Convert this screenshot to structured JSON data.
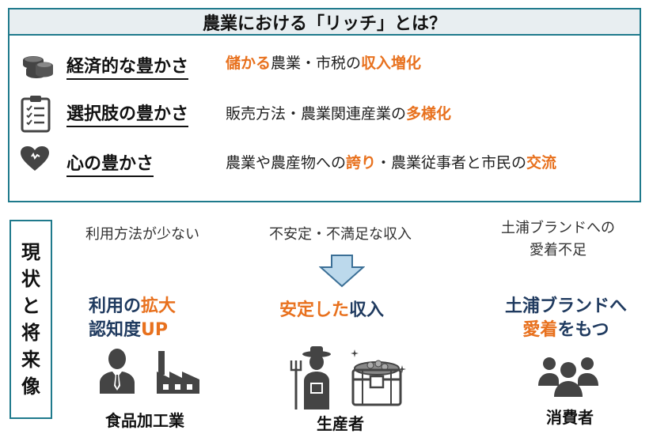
{
  "title": "農業における「リッチ」とは？",
  "rows": [
    {
      "label": "経済的な豊かさ",
      "icon": "coins-icon",
      "desc": [
        {
          "t": "儲かる",
          "h": true
        },
        {
          "t": "農業・市税の",
          "h": false
        },
        {
          "t": "収入増化",
          "h": true
        }
      ]
    },
    {
      "label": "選択肢の豊かさ",
      "icon": "checklist-icon",
      "desc": [
        {
          "t": "販売方法・農業関連産業の",
          "h": false
        },
        {
          "t": "多様化",
          "h": true
        }
      ]
    },
    {
      "label": "心の豊かさ",
      "icon": "heart-icon",
      "desc": [
        {
          "t": "農業や農産物への",
          "h": false
        },
        {
          "t": "誇り",
          "h": true
        },
        {
          "t": "・農業従事者と市民の",
          "h": false
        },
        {
          "t": "交流",
          "h": true
        }
      ]
    }
  ],
  "side_label": [
    "現",
    "状",
    "と",
    "将",
    "来",
    "像"
  ],
  "current": {
    "left": "利用方法が少ない",
    "center": "不安定・不満足な収入",
    "right_line1": "土浦ブランドへの",
    "right_line2": "愛着不足"
  },
  "future": {
    "left_line1_a": "利用の",
    "left_line1_b": "拡大",
    "left_line2_a": "認知度",
    "left_line2_b": "UP",
    "center_a": "安定した",
    "center_b": "収入",
    "right_line1": "土浦ブランドへ",
    "right_line2_a": "愛着",
    "right_line2_b": "をもつ"
  },
  "actors": {
    "left": "食品加工業",
    "center": "生産者",
    "right": "消費者"
  },
  "colors": {
    "accent": "#e8711e",
    "navy": "#1f3a5f",
    "frame": "#1f7a8c",
    "arrow": "#bcd9ec"
  }
}
